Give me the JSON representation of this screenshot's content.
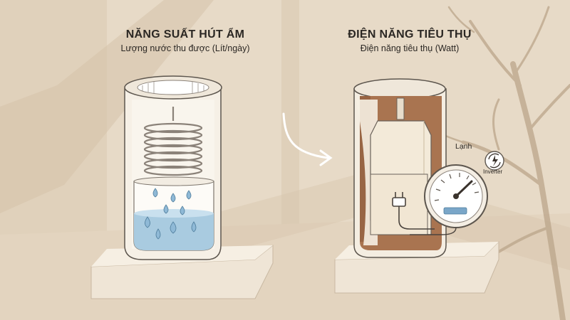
{
  "left_panel": {
    "title": "NĂNG SUẤT HÚT ẨM",
    "subtitle": "Lượng nước thu được (Lít/ngày)"
  },
  "right_panel": {
    "title": "ĐIỆN NĂNG TIÊU THỤ",
    "subtitle": "Điện năng tiêu thụ (Watt)",
    "mode_label": "Lạnh",
    "inverter_label": "Inverter"
  },
  "colors": {
    "background": "#e7dac7",
    "shadow": "#d8c6ae",
    "water": "#a9cbe0",
    "copper": "#a97450",
    "device_shell": "#f4ede1",
    "outline": "#5d564e"
  },
  "icons": [
    "water-drop-icon",
    "coil-icon",
    "power-plug-icon",
    "gauge-icon",
    "inverter-icon",
    "arrow-right-icon"
  ]
}
